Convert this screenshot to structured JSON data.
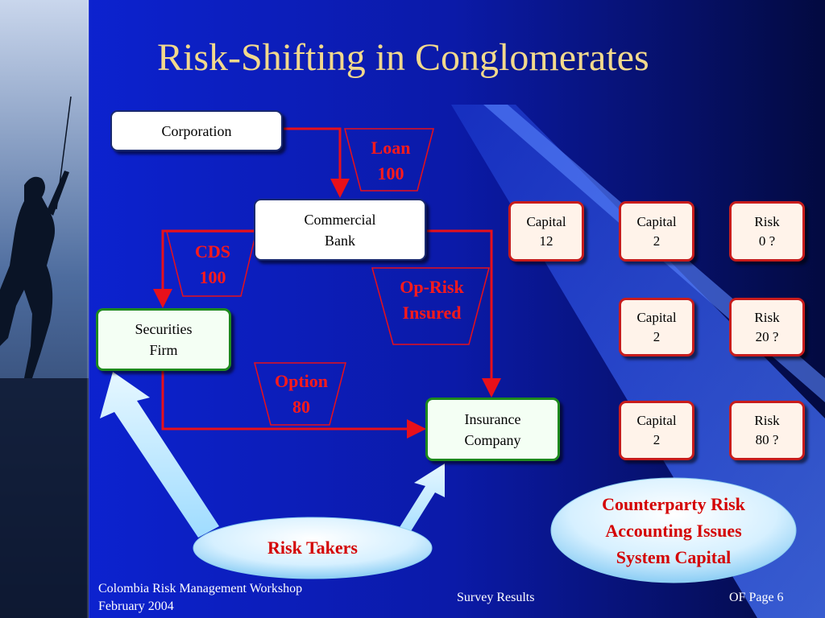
{
  "title": "Risk-Shifting in Conglomerates",
  "nodes": {
    "corporation": "Corporation",
    "bank_line1": "Commercial",
    "bank_line2": "Bank",
    "securities_line1": "Securities",
    "securities_line2": "Firm",
    "insurance_line1": "Insurance",
    "insurance_line2": "Company"
  },
  "flows": {
    "loan_label": "Loan",
    "loan_value": "100",
    "cds_label": "CDS",
    "cds_value": "100",
    "oprisk_line1": "Op-Risk",
    "oprisk_line2": "Insured",
    "option_label": "Option",
    "option_value": "80"
  },
  "grid": {
    "r1c1_label": "Capital",
    "r1c1_value": "12",
    "r1c2_label": "Capital",
    "r1c2_value": "2",
    "r1c3_label": "Risk",
    "r1c3_value": "0 ?",
    "r2c2_label": "Capital",
    "r2c2_value": "2",
    "r2c3_label": "Risk",
    "r2c3_value": "20 ?",
    "r3c2_label": "Capital",
    "r3c2_value": "2",
    "r3c3_label": "Risk",
    "r3c3_value": "80 ?"
  },
  "risk_takers": "Risk Takers",
  "issues": {
    "line1": "Counterparty Risk",
    "line2": "Accounting Issues",
    "line3": "System Capital"
  },
  "footer": {
    "workshop": "Colombia  Risk Management Workshop",
    "date": "February 2004",
    "survey": "Survey Results",
    "page": "OF  Page 6"
  },
  "colors": {
    "title": "#f2d98c",
    "flow_text": "#ff1a1a",
    "arrow": "#e8101a",
    "background": "#0a1a8a"
  }
}
